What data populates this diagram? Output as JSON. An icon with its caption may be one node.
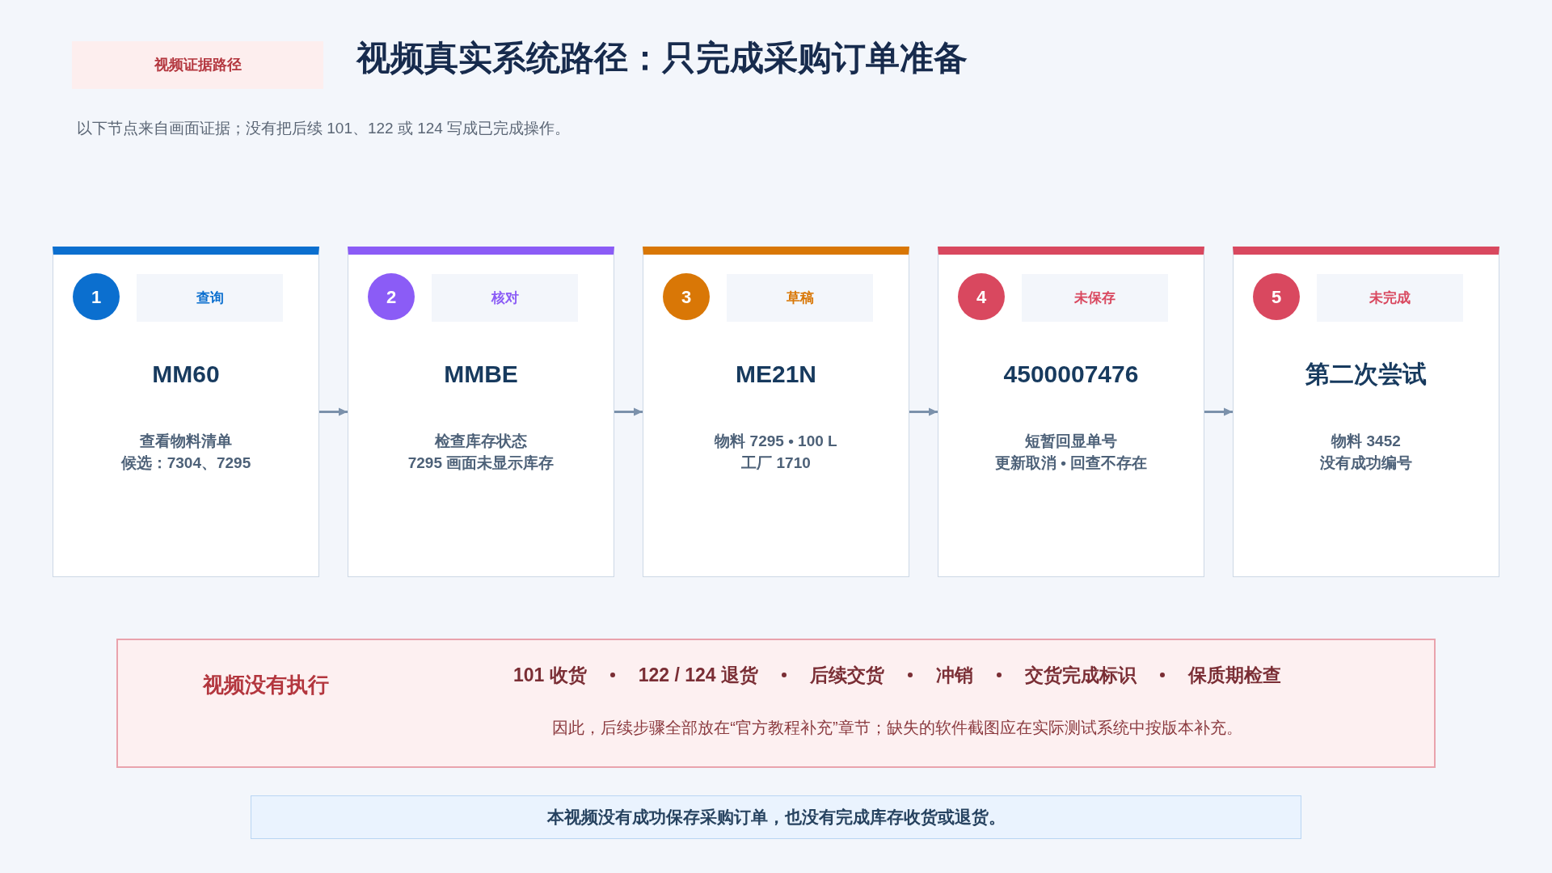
{
  "diagram": {
    "title": "视频真实系统路径：只完成采购订单准备",
    "nodes": [
      {
        "text": [
          "视频证据路径"
        ]
      },
      {
        "text": [
          "MM60",
          "查看物料清单",
          "候选：7304、7295"
        ]
      },
      {
        "text": [
          "1"
        ],
        "in": 1
      },
      {
        "text": [
          "查询"
        ],
        "in": 1
      },
      {
        "text": [
          "MMBE",
          "检查库存状态",
          "7295 画面未显示库存"
        ]
      },
      {
        "text": [
          "2"
        ],
        "in": 4
      },
      {
        "text": [
          "核对"
        ],
        "in": 4
      },
      {
        "text": [
          "ME21N",
          "物料 7295 • 100 L",
          "工厂 1710"
        ]
      },
      {
        "text": [
          "3"
        ],
        "in": 7
      },
      {
        "text": [
          "草稿"
        ],
        "in": 7
      },
      {
        "text": [
          "4500007476",
          "短暂回显单号",
          "更新取消 • 回查不存在"
        ]
      },
      {
        "text": [
          "4"
        ],
        "in": 10
      },
      {
        "text": [
          "未保存"
        ],
        "in": 10
      },
      {
        "text": [
          "第二次尝试",
          "物料 3452",
          "没有成功编号"
        ]
      },
      {
        "text": [
          "5"
        ],
        "in": 13
      },
      {
        "text": [
          "未完成"
        ],
        "in": 13
      },
      {
        "text": [
          "视频没有执行",
          "101 收货",
          "122 / 124 退货",
          "后续交货",
          "冲销",
          "交货完成标识",
          "保质期检查",
          "因此，后续步骤全部放在“官方教程补充”章节；缺失的软件截图应在实际测试系统中按版本补充。"
        ]
      },
      {
        "text": [
          "本视频没有成功保存采购订单，也没有完成库存收货或退货。"
        ]
      }
    ],
    "edges": [
      {
        "from": 1,
        "to": 4,
        "arrow": "to"
      },
      {
        "from": 4,
        "to": 7,
        "arrow": "to"
      },
      {
        "from": 7,
        "to": 10,
        "arrow": "to"
      },
      {
        "from": 10,
        "to": 13,
        "arrow": "to"
      }
    ],
    "labels": [
      "以下节点来自画面证据；没有把后续 101、122 或 124 写成已完成操作。"
    ]
  }
}
